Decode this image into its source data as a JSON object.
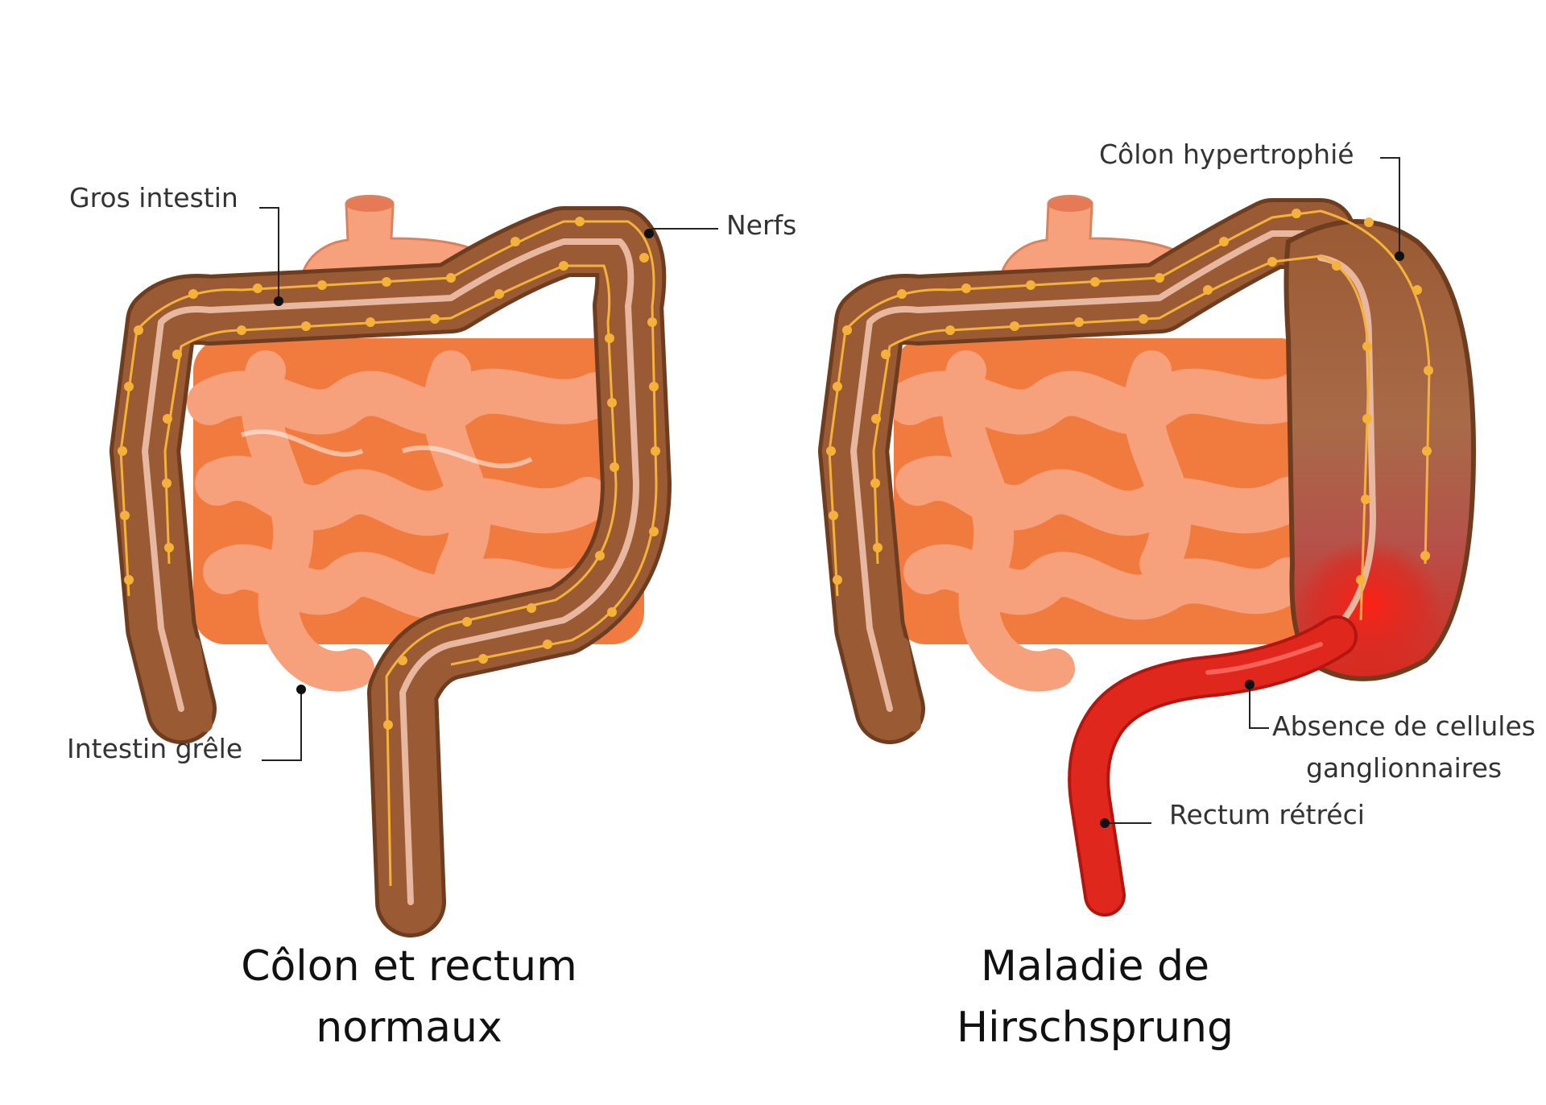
{
  "panels": [
    {
      "caption_lines": [
        "Côlon et rectum",
        "normaux"
      ],
      "labels": {
        "large_intestine": "Gros intestin",
        "nerves": "Nerfs",
        "small_intestine": "Intestin grêle"
      }
    },
    {
      "caption_lines": [
        "Maladie de",
        "Hirschsprung"
      ],
      "labels": {
        "enlarged_colon": "Côlon hypertrophié",
        "no_ganglion_cells_line1": "Absence de cellules",
        "no_ganglion_cells_line2": "ganglionnaires",
        "narrowed_rectum": "Rectum rétréci"
      }
    }
  ],
  "colors": {
    "colon": "#9a5a33",
    "colon_dark": "#6e3c1e",
    "colon_light": "#e8b7a0",
    "small_intestine": "#f7a07c",
    "small_intestine_dark": "#f17a3e",
    "nerve": "#f4b23a",
    "inflamed": "#e0271e",
    "leader_line": "#222222"
  }
}
